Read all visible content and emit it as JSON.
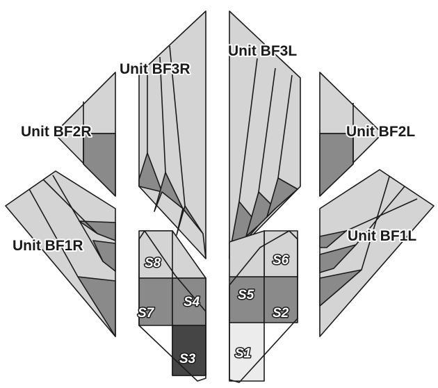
{
  "units": [
    {
      "id": "BF3R",
      "label": "Unit BF3R"
    },
    {
      "id": "BF3L",
      "label": "Unit BF3L"
    },
    {
      "id": "BF2R",
      "label": "Unit BF2R"
    },
    {
      "id": "BF2L",
      "label": "Unit BF2L"
    },
    {
      "id": "BF1R",
      "label": "Unit BF1R"
    },
    {
      "id": "BF1L",
      "label": "Unit BF1L"
    }
  ],
  "segments": [
    {
      "id": "S1",
      "label": "S1"
    },
    {
      "id": "S2",
      "label": "S2"
    },
    {
      "id": "S3",
      "label": "S3"
    },
    {
      "id": "S4",
      "label": "S4"
    },
    {
      "id": "S5",
      "label": "S5"
    },
    {
      "id": "S6",
      "label": "S6"
    },
    {
      "id": "S7",
      "label": "S7"
    },
    {
      "id": "S8",
      "label": "S8"
    }
  ],
  "colors": {
    "light": "#d4d4d4",
    "mid": "#8a8a8a",
    "dark": "#454545",
    "pale": "#ececec",
    "outline": "#1a1a1a"
  }
}
